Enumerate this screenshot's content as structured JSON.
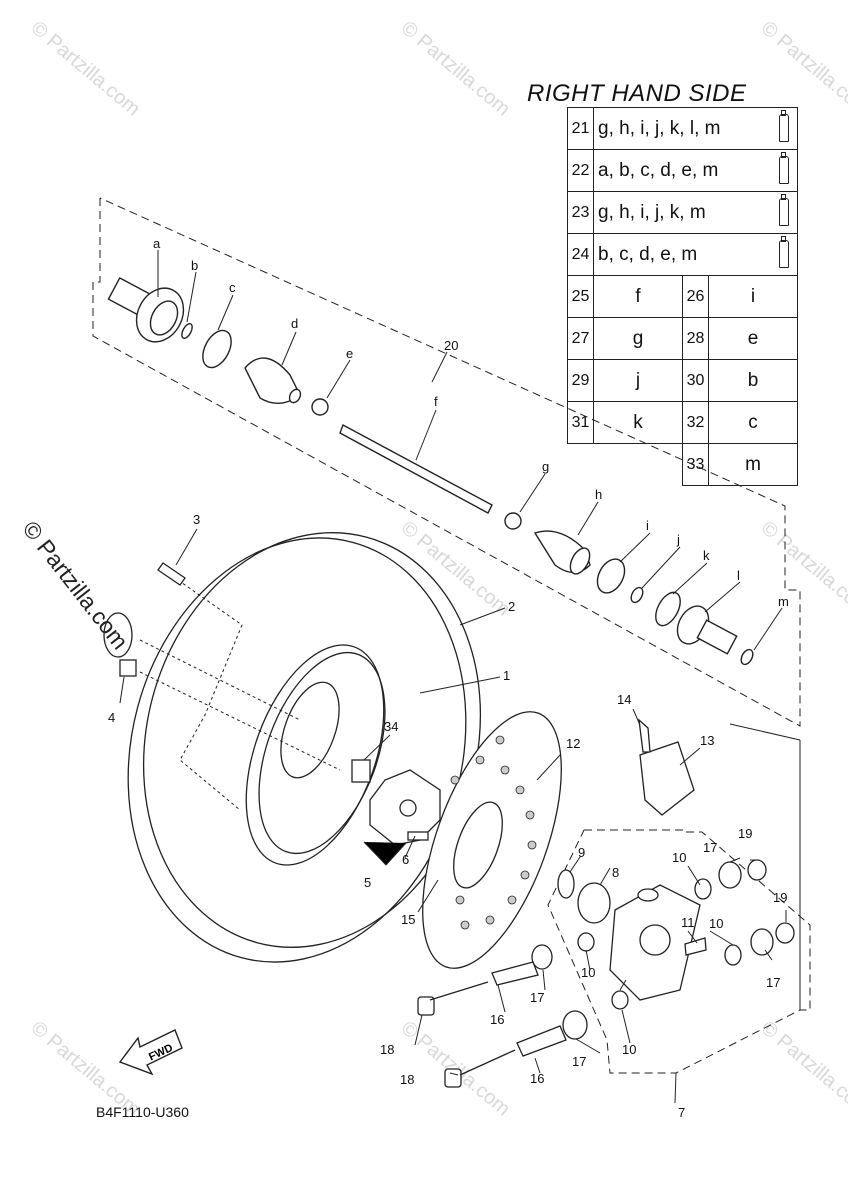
{
  "diagram": {
    "side_title": "RIGHT HAND SIDE",
    "diagram_code": "B4F1110-U360",
    "fwd_label": "FWD",
    "watermark": "© Partzilla.com",
    "kits": [
      {
        "no": "21",
        "parts": "g, h, i, j, k, l, m"
      },
      {
        "no": "22",
        "parts": "a, b, c, d, e, m"
      },
      {
        "no": "23",
        "parts": "g, h, i, j, k, m"
      },
      {
        "no": "24",
        "parts": "b, c, d, e, m"
      }
    ],
    "pairs": [
      {
        "no1": "25",
        "v1": "f",
        "no2": "26",
        "v2": "i"
      },
      {
        "no1": "27",
        "v1": "g",
        "no2": "28",
        "v2": "e"
      },
      {
        "no1": "29",
        "v1": "j",
        "no2": "30",
        "v2": "b"
      },
      {
        "no1": "31",
        "v1": "k",
        "no2": "32",
        "v2": "c"
      },
      {
        "no1": "",
        "v1": "",
        "no2": "33",
        "v2": "m"
      }
    ],
    "callouts": [
      "1",
      "2",
      "3",
      "4",
      "5",
      "6",
      "7",
      "8",
      "9",
      "10",
      "11",
      "12",
      "13",
      "14",
      "15",
      "16",
      "17",
      "18",
      "19",
      "20",
      "34"
    ],
    "shaft_letters": [
      "a",
      "b",
      "c",
      "d",
      "e",
      "f",
      "g",
      "h",
      "i",
      "j",
      "k",
      "l",
      "m"
    ]
  }
}
